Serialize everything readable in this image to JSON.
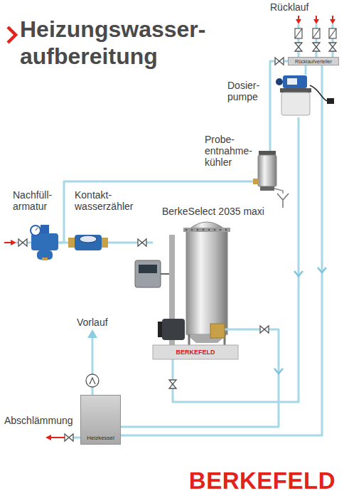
{
  "diagram": {
    "title": "Heizungswasser- aufbereitung",
    "nodes": [
      {
        "text": [
          "Rücklaufverteiler"
        ]
      },
      {
        "text": [
          "Dosier- pumpe"
        ]
      },
      {
        "text": [
          "Probe- entnahme- kühler"
        ]
      },
      {
        "text": [
          "Nachfüll- armatur"
        ]
      },
      {
        "text": [
          "Kontakt- wasserzähler"
        ]
      },
      {
        "text": [
          "BerkeSelect 2035 maxi",
          "BERKEFELD"
        ]
      },
      {
        "text": [
          "Heizkessel"
        ]
      }
    ],
    "edges": [
      {
        "from": 0,
        "to": 6,
        "arrow": "none"
      },
      {
        "from": 0,
        "to": 1,
        "arrow": "none"
      },
      {
        "from": 0,
        "to": 2,
        "arrow": "none"
      },
      {
        "from": 3,
        "to": 4,
        "arrow": "none"
      },
      {
        "from": 4,
        "to": 5,
        "arrow": "none"
      },
      {
        "from": 3,
        "to": 2,
        "arrow": "none"
      },
      {
        "from": 1,
        "to": 5,
        "arrow": "none"
      },
      {
        "from": 5,
        "to": 6,
        "arrow": "none"
      }
    ],
    "labels": [
      "Rücklauf",
      "Vorlauf",
      "Abschlämmung",
      "BERKEFELD"
    ]
  }
}
